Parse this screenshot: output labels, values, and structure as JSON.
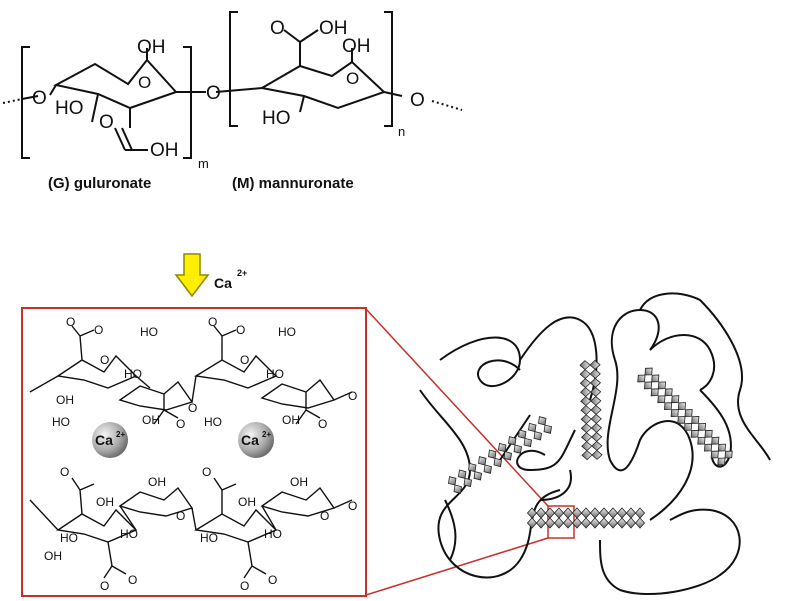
{
  "top": {
    "g_label": "(G) guluronate",
    "m_label": "(M) mannuronate",
    "m_sub": "m",
    "n_sub": "n",
    "oh": "OH",
    "ho": "HO",
    "o": "O"
  },
  "arrow": {
    "ion": "Ca",
    "charge": "2+"
  },
  "inset": {
    "ion_left": "Ca",
    "ion_right": "Ca",
    "charge": "2+",
    "oh": "OH",
    "ho": "HO",
    "o": "O"
  },
  "colors": {
    "arrow_fill": "#ffee00",
    "arrow_stroke": "#8a8a00",
    "frame": "#c8302a",
    "ink": "#111111"
  }
}
